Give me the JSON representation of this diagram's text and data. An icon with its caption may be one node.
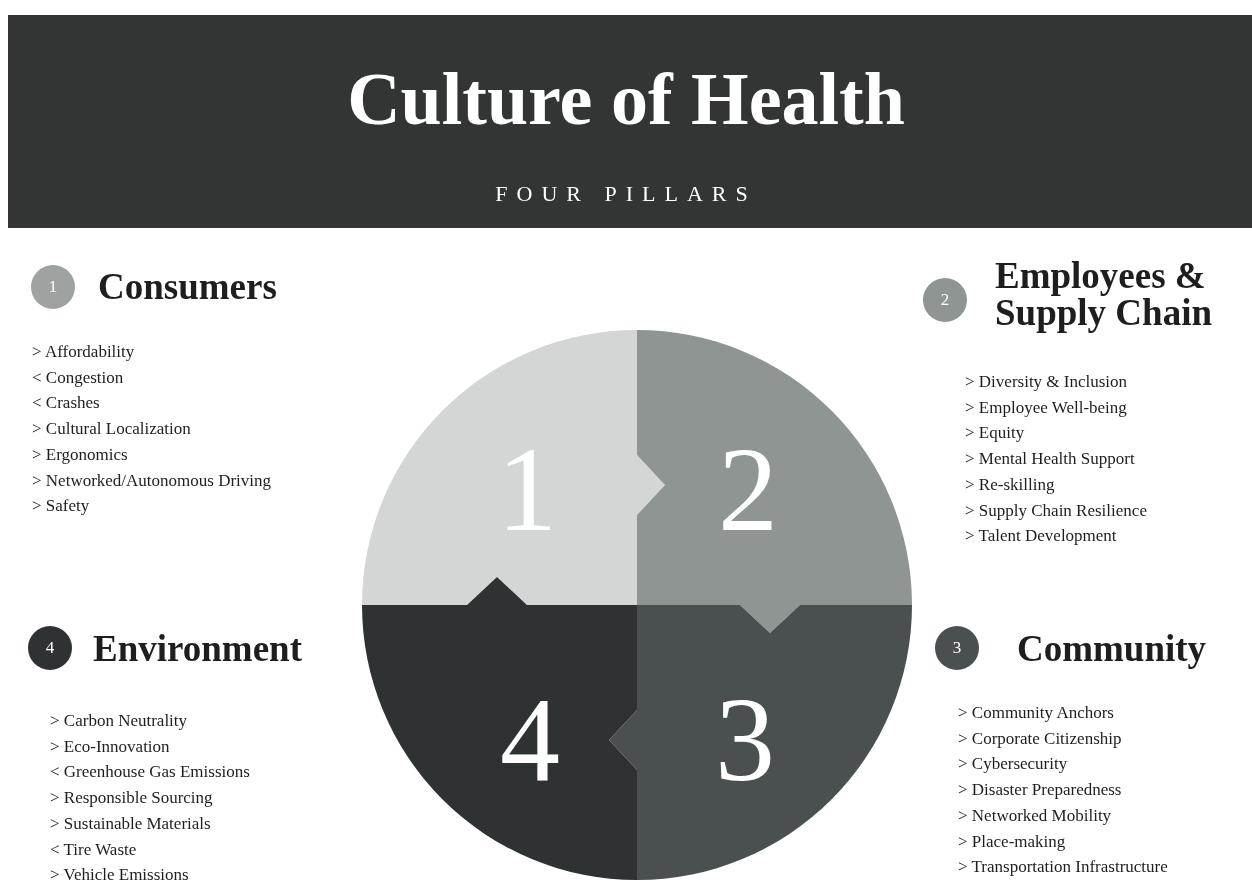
{
  "diagram": {
    "title": "Culture of Health",
    "nodes": [
      {
        "text": [
          "1"
        ],
        "beside": [
          "Consumers",
          "> Affordability",
          "< Congestion",
          "< Crashes",
          "> Cultural Localization",
          "> Ergonomics",
          "> Networked/Autonomous Driving",
          "> Safety"
        ]
      },
      {
        "text": [
          "2"
        ],
        "beside": [
          "Employees & Supply Chain",
          "> Diversity & Inclusion",
          "> Employee Well-being",
          "> Equity",
          "> Mental Health Support",
          "> Re-skilling",
          "> Supply Chain Resilience",
          "> Talent Development"
        ]
      },
      {
        "text": [
          "1"
        ]
      },
      {
        "text": [
          "2"
        ]
      },
      {
        "text": [
          "4"
        ]
      },
      {
        "text": [
          "3"
        ]
      },
      {
        "text": [
          "4"
        ],
        "beside": [
          "Environment",
          "> Carbon Neutrality",
          "> Eco-Innovation",
          "< Greenhouse Gas Emissions",
          "> Responsible Sourcing",
          "> Sustainable Materials",
          "< Tire Waste",
          "> Vehicle Emissions"
        ]
      },
      {
        "text": [
          "3"
        ],
        "beside": [
          "Community",
          "> Community Anchors",
          "> Corporate Citizenship",
          "> Cybersecurity",
          "> Disaster Preparedness",
          "> Networked Mobility",
          "> Place-making",
          "> Transportation Infrastructure"
        ]
      }
    ],
    "labels": [
      "FOUR PILLARS"
    ]
  }
}
